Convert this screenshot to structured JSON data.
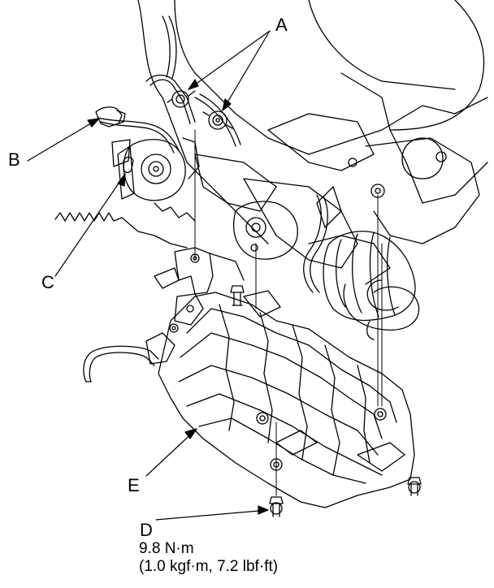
{
  "callouts": {
    "a": "A",
    "b": "B",
    "c": "C",
    "d": "D",
    "e": "E"
  },
  "torque": {
    "metric": "9.8 N·m",
    "alt": "(1.0 kgf·m, 7.2 lbf·ft)"
  },
  "colors": {
    "line": "#000000",
    "background": "#ffffff"
  }
}
